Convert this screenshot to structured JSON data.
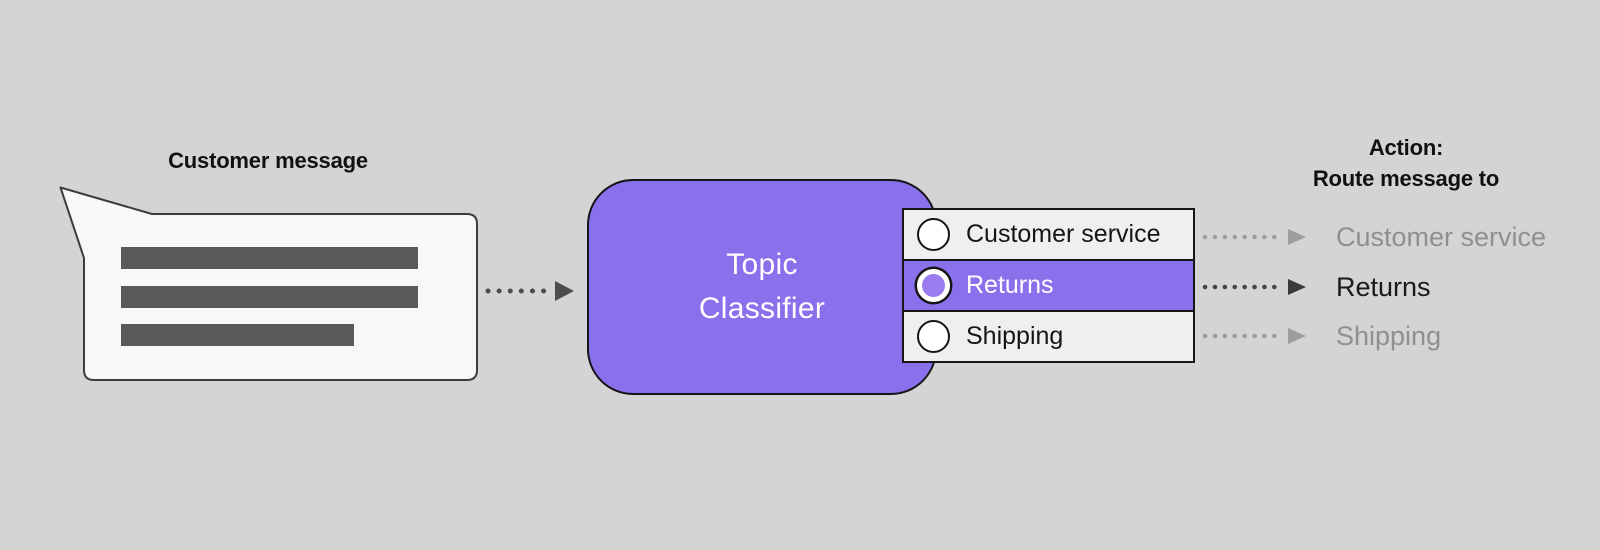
{
  "customer_message": {
    "label": "Customer message",
    "line_count": 3
  },
  "classifier": {
    "line1": "Topic",
    "line2": "Classifier"
  },
  "options": {
    "items": [
      {
        "label": "Customer service",
        "selected": false
      },
      {
        "label": "Returns",
        "selected": true
      },
      {
        "label": "Shipping",
        "selected": false
      }
    ]
  },
  "action": {
    "heading_line1": "Action:",
    "heading_line2": "Route message to",
    "routes": [
      {
        "label": "Customer service",
        "active": false
      },
      {
        "label": "Returns",
        "active": true
      },
      {
        "label": "Shipping",
        "active": false
      }
    ]
  },
  "colors": {
    "background": "#d4d4d4",
    "accent_purple": "#8b70ec",
    "selected_radio_fill": "#9a7bf0",
    "bubble_fill": "#f8f8f8",
    "bubble_border": "#3c3c3c",
    "message_bar_gray": "#595959",
    "list_row_bg": "#efefef",
    "border_black": "#151515",
    "inactive_gray": "#9d9d9d",
    "active_dark": "#3a3a3a",
    "inactive_text": "#8f8f8f",
    "active_text": "#1a1a1a"
  }
}
